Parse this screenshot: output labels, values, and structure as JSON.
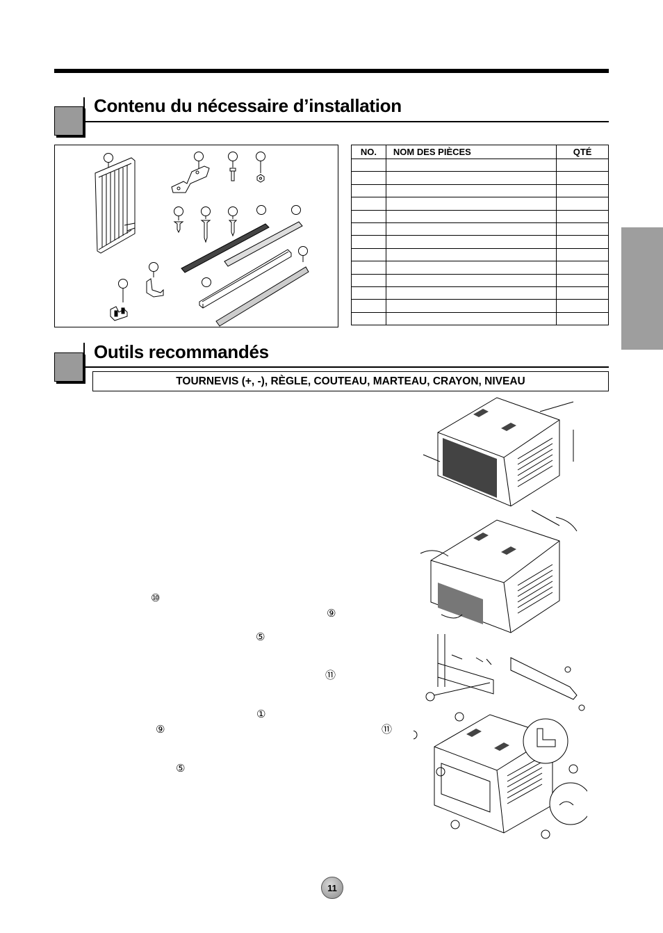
{
  "section1": {
    "title": "Contenu du nécessaire d’installation"
  },
  "table": {
    "headers": {
      "no": "NO.",
      "name": "NOM DES PIÈCES",
      "qty": "QTÉ"
    },
    "row_count": 13
  },
  "section2": {
    "title": "Outils recommandés",
    "tools": "TOURNEVIS (+, -), RÈGLE, COUTEAU, MARTEAU, CRAYON, NIVEAU"
  },
  "callouts": [
    {
      "id": "c1",
      "symbol": "⑩"
    },
    {
      "id": "c2",
      "symbol": "⑨"
    },
    {
      "id": "c3",
      "symbol": "⑤"
    },
    {
      "id": "c4",
      "symbol": "⑪"
    },
    {
      "id": "c5",
      "symbol": "①"
    },
    {
      "id": "c6",
      "symbol": "⑨"
    },
    {
      "id": "c7",
      "symbol": "⑪"
    },
    {
      "id": "c8",
      "symbol": "⑤"
    }
  ],
  "page_number": "11"
}
